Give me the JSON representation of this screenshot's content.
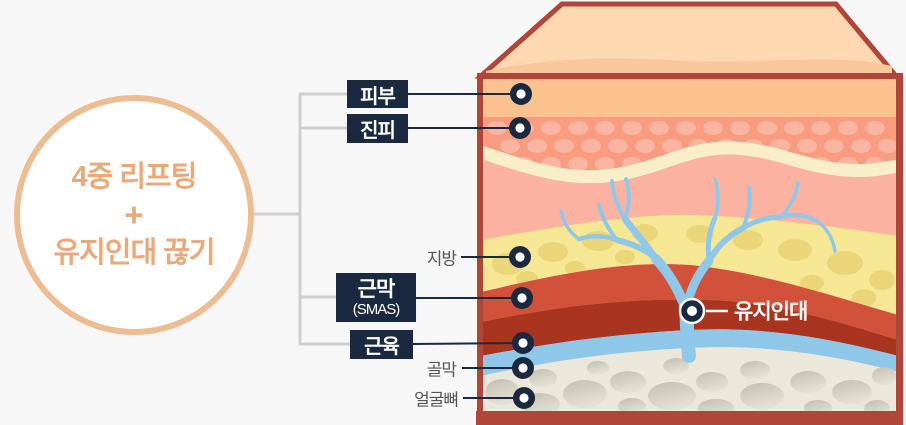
{
  "callout": {
    "line1": "4중 리프팅",
    "plus": "+",
    "line2": "유지인대 끊기"
  },
  "labels": {
    "skin": "피부",
    "dermis": "진피",
    "fat": "지방",
    "smas_main": "근막",
    "smas_sub": "(SMAS)",
    "muscle": "근육",
    "periosteum": "골막",
    "facial_bone": "얼굴뼈",
    "retaining_ligament": "유지인대"
  },
  "colors": {
    "background": "#F7F7F7",
    "callout_border": "#ECBD92",
    "callout_text": "#E9A97B",
    "label_box": "#1B2940",
    "label_box_text": "#FFFFFF",
    "plain_label_text": "#54555B",
    "connector_gray": "#CFCFCF",
    "connector_navy": "#1B2940",
    "diagram_border": "#B2453A",
    "top_face": "#FDD8B0",
    "top_face_shade": "#F9C79C",
    "skin_layer": "#FBC290",
    "dermis_layer": "#F89B7E",
    "dermis_dots": "#F9B4A2",
    "cream_band": "#F8EFCA",
    "subcutis_layer": "#FBB2A1",
    "fat_layer": "#F6E795",
    "fat_blobs": "#EAD679",
    "smas_layer": "#D1513A",
    "muscle_layer": "#A9341F",
    "periosteum_layer": "#8FC7E9",
    "bone_background": "#EBE7DB",
    "bone_stones": "#CFCBBD"
  }
}
